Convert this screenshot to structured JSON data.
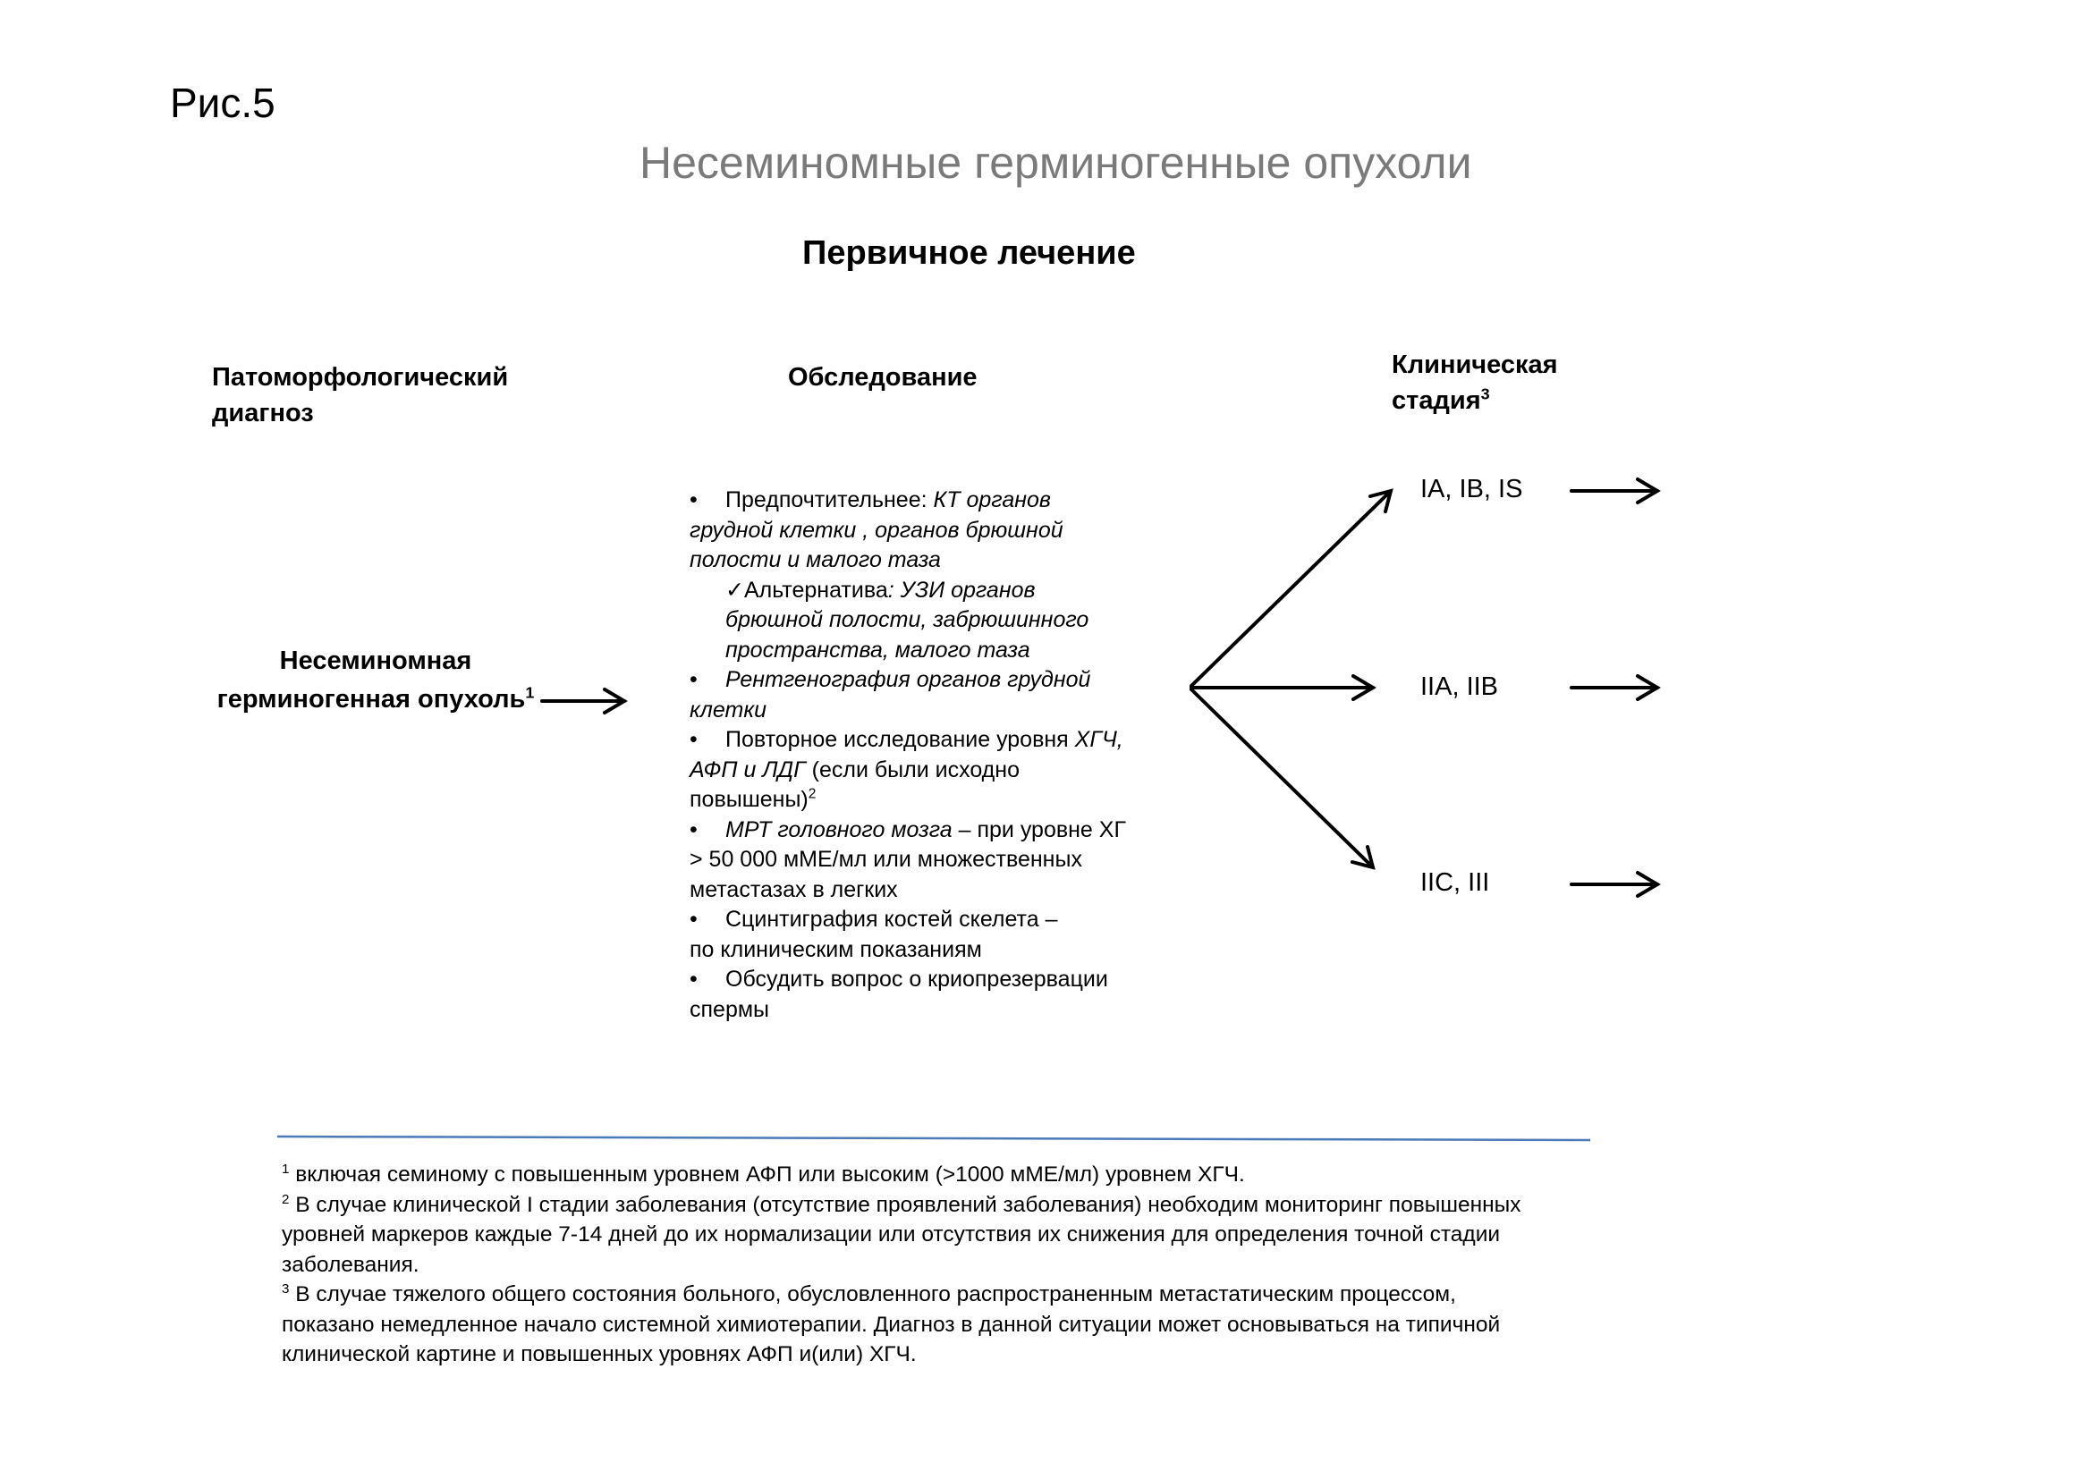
{
  "figure_label": "Рис.5",
  "title": "Несеминомные герминогенные опухоли",
  "subtitle": "Первичное лечение",
  "columns": {
    "diagnosis_header": "Патоморфологический диагноз",
    "exam_header": "Обследование",
    "stage_header": "Клиническая стадия",
    "stage_header_sup": "3"
  },
  "diagnosis": {
    "line1": "Несеминомная",
    "line2": "герминогенная опухоль",
    "sup": "1"
  },
  "exam": {
    "b1_prefix": "Предпочтительнее: ",
    "b1_italic1": "КТ органов",
    "b1_italic2": "грудной клетки , органов брюшной",
    "b1_italic3": "полости и малого таза",
    "check": "✓",
    "alt_prefix": "Альтернатива",
    "alt_italic1": ": УЗИ органов",
    "alt_italic2": "брюшной полости, забрюшинного",
    "alt_italic3": "пространства, малого таза",
    "b2_italic1": "Рентгенография органов грудной",
    "b2_italic2": "клетки",
    "b3_prefix": "Повторное исследование уровня ",
    "b3_italic1": "ХГЧ,",
    "b3_italic2": "АФП и ЛДГ",
    "b3_rest": " (если были исходно",
    "b3_line3": "повышены)",
    "b3_sup": "2",
    "b4_italic": "МРТ головного мозга",
    "b4_rest": " – при уровне ХГ",
    "b4_line2": "> 50 000 мМЕ/мл или множественных",
    "b4_line3": "метастазах в легких",
    "b5_line1": "Сцинтиграфия костей скелета –",
    "b5_line2": "по клиническим показаниям",
    "b6_line1": "Обсудить вопрос о криопрезервации",
    "b6_line2": "спермы",
    "bullet": "•"
  },
  "stages": [
    "IA, IB, IS",
    "IIA, IIB",
    "IIC, III"
  ],
  "footnotes": {
    "f1_sup": "1",
    "f1": " включая семиному с повышенным  уровнем АФП или высоким (>1000 мМЕ/мл) уровнем ХГЧ.",
    "f2_sup": "2",
    "f2_l1": " В случае клинической I стадии заболевания (отсутствие проявлений заболевания) необходим мониторинг повышенных",
    "f2_l2": "уровней маркеров каждые 7-14 дней до их нормализации или отсутствия их снижения для определения точной стадии",
    "f2_l3": "заболевания.",
    "f3_sup": "3",
    "f3_l1": " В случае тяжелого общего состояния больного, обусловленного распространенным метастатическим процессом,",
    "f3_l2": "показано немедленное начало системной химиотерапии. Диагноз в данной ситуации может основываться на типичной",
    "f3_l3": "клинической картине и повышенных уровнях АФП и(или) ХГЧ."
  },
  "colors": {
    "title_gray": "#7a7a7a",
    "rule_blue": "#4a7ab8",
    "arrow": "#000000"
  }
}
